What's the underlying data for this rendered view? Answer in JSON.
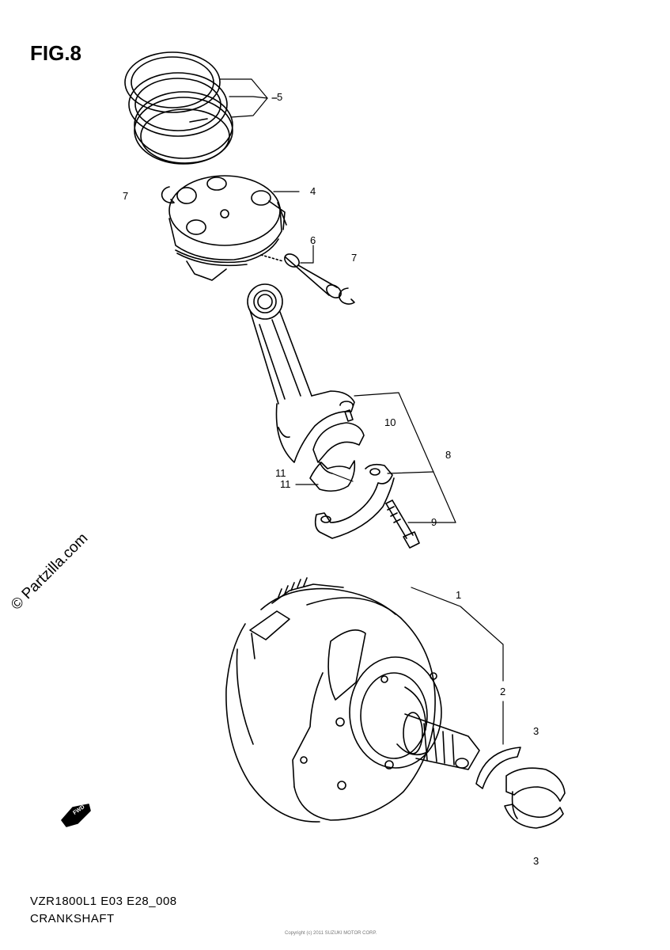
{
  "figure": {
    "title": "FIG.8"
  },
  "watermark": "© Partzilla.com",
  "footer": {
    "model": "VZR1800L1 E03 E28_008",
    "section": "CRANKSHAFT",
    "copyright": "Copyright (c) 2011 SUZUKI MOTOR CORP."
  },
  "callouts": {
    "c1": "1",
    "c2": "2",
    "c3a": "3",
    "c3b": "3",
    "c4": "4",
    "c5": "5",
    "c6": "6",
    "c7a": "7",
    "c7b": "7",
    "c8": "8",
    "c9": "9",
    "c10": "10",
    "c11a": "11",
    "c11b": "11"
  },
  "fwd_label": "FWD"
}
